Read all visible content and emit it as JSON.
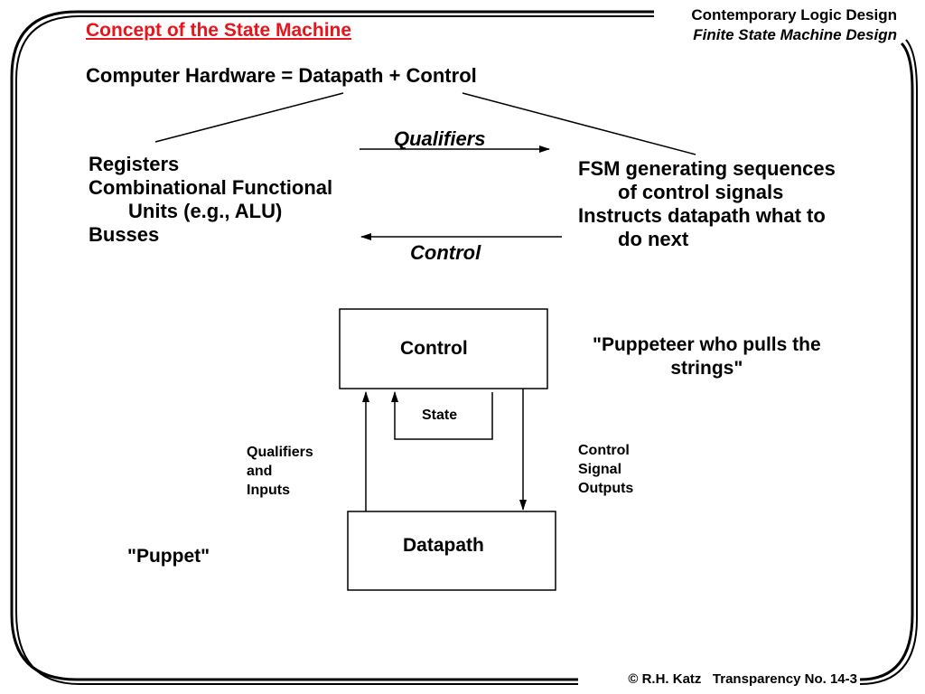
{
  "slide": {
    "title": "Concept of the State Machine",
    "header_course": "Contemporary Logic Design",
    "header_chapter": "Finite State Machine Design",
    "equation": "Computer Hardware = Datapath + Control",
    "footer": "© R.H. Katz   Transparency No. 14-3"
  },
  "colors": {
    "title": "#e8141b",
    "ink": "#000000",
    "background": "#ffffff"
  },
  "top_diagram": {
    "qualifiers_label": "Qualifiers",
    "control_label": "Control",
    "datapath_items": [
      "Registers",
      "Combinational Functional",
      "Units (e.g., ALU)",
      "Busses"
    ],
    "control_items": [
      "FSM generating sequences",
      "of control signals",
      "Instructs datapath what to",
      "do next"
    ]
  },
  "block_diagram": {
    "control_box": "Control",
    "state_box": "State",
    "datapath_box": "Datapath",
    "left_label": [
      "Qualifiers",
      "and",
      "Inputs"
    ],
    "right_label": [
      "Control",
      "Signal",
      "Outputs"
    ],
    "control_quote": [
      "\"Puppeteer who pulls the",
      "strings\""
    ],
    "datapath_quote": "\"Puppet\""
  }
}
